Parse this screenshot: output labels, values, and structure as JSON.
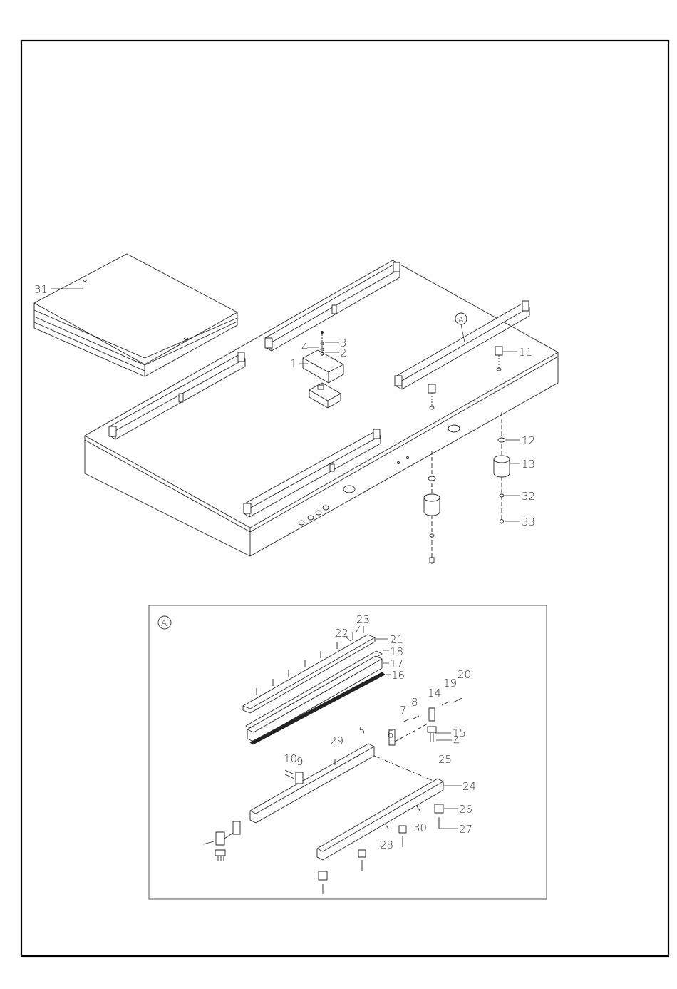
{
  "detail_marker": "A",
  "main_callouts": [
    "31",
    "3",
    "4",
    "2",
    "1",
    "11",
    "12",
    "13",
    "32",
    "33"
  ],
  "detail_callouts": [
    "23",
    "22",
    "21",
    "18",
    "17",
    "16",
    "20",
    "19",
    "14",
    "8",
    "7",
    "6",
    "15",
    "4",
    "5",
    "29",
    "10",
    "9",
    "25",
    "24",
    "26",
    "30",
    "27",
    "28"
  ]
}
